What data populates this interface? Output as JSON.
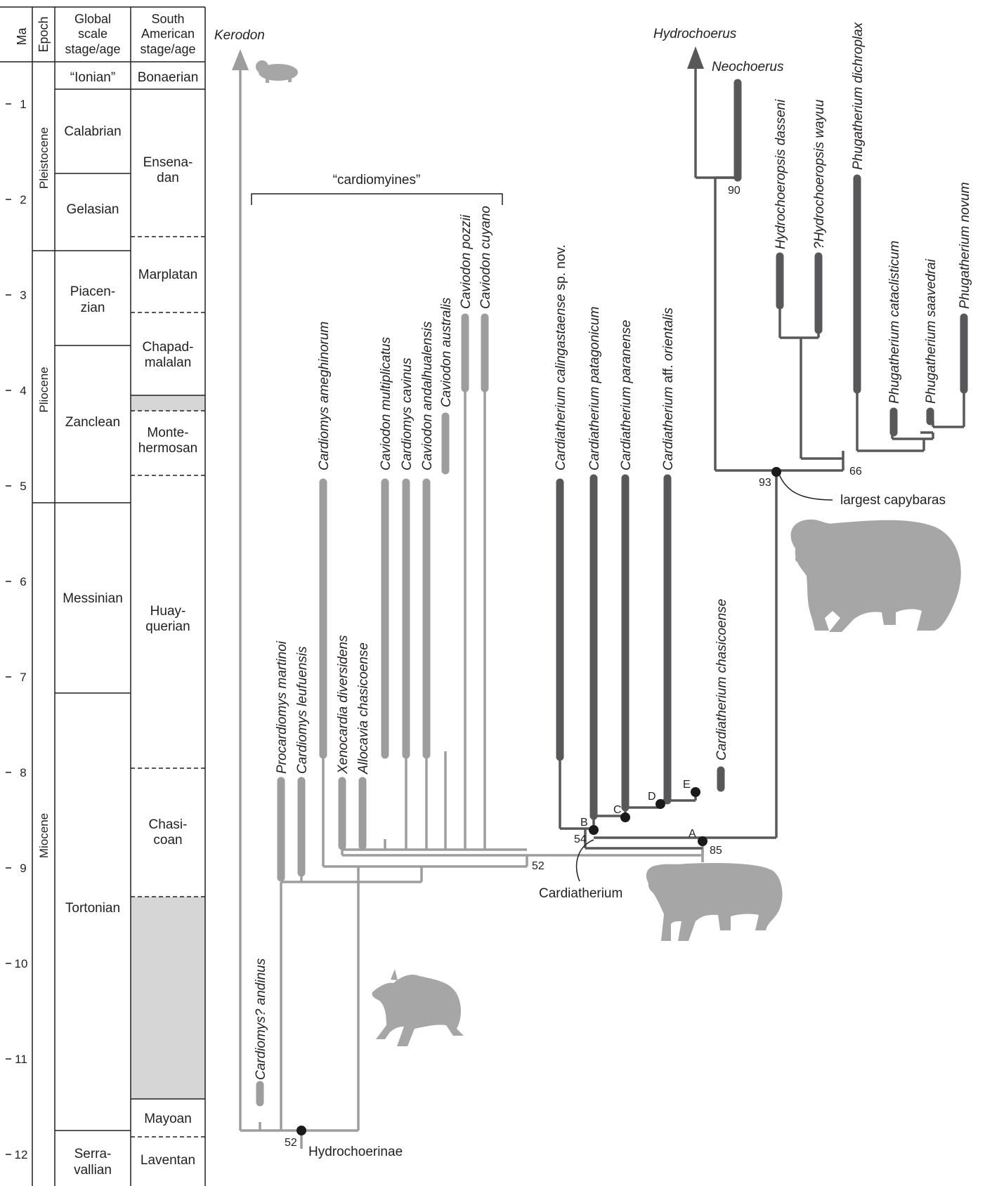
{
  "headers": {
    "ma": "Ma",
    "epoch": "Epoch",
    "global": [
      "Global",
      "scale",
      "stage/age"
    ],
    "sa": [
      "South",
      "American",
      "stage/age"
    ]
  },
  "ma_ticks": [
    "1",
    "2",
    "3",
    "4",
    "5",
    "6",
    "7",
    "8",
    "9",
    "10",
    "11",
    "12"
  ],
  "epochs": [
    "Pleistocene",
    "Pliocene",
    "Miocene"
  ],
  "global_stages": [
    {
      "lines": [
        "“Ionian”"
      ]
    },
    {
      "lines": [
        "Calabrian"
      ]
    },
    {
      "lines": [
        "Gelasian"
      ]
    },
    {
      "lines": [
        "Piacen-",
        "zian"
      ]
    },
    {
      "lines": [
        "Zanclean"
      ]
    },
    {
      "lines": [
        "Messinian"
      ]
    },
    {
      "lines": [
        "Tortonian"
      ]
    },
    {
      "lines": [
        "Serra-",
        "vallian"
      ]
    }
  ],
  "sa_stages": [
    {
      "lines": [
        "Bonaerian"
      ]
    },
    {
      "lines": [
        "Ensena-",
        "dan"
      ]
    },
    {
      "lines": [
        "Marplatan"
      ]
    },
    {
      "lines": [
        "Chapad-",
        "malalan"
      ]
    },
    {
      "lines": [
        "Monte-",
        "hermosan"
      ]
    },
    {
      "lines": [
        "Huay-",
        "querian"
      ]
    },
    {
      "lines": [
        "Chasi-",
        "coan"
      ]
    },
    {
      "lines": [
        "Mayoan"
      ]
    },
    {
      "lines": [
        "Laventan"
      ]
    }
  ],
  "labels": {
    "kerodon": "Kerodon",
    "hydrochoerus": "Hydrochoerus",
    "neochoerus": "Neochoerus",
    "cardiomyines": "“cardiomyines”",
    "hydrochoerinae": "Hydrochoerinae",
    "cardiatherium_clade": "Cardiatherium",
    "largest_capybaras": "largest capybaras"
  },
  "taxa": {
    "c_andinus": "Cardiomys? andinus",
    "p_martinoi": "Procardiomys martinoi",
    "c_leufuensis": "Cardiomys leufuensis",
    "c_ameghinorum": "Cardiomys ameghinorum",
    "x_diversidens": "Xenocardia diversidens",
    "a_chasicoense": "Allocavia chasicoense",
    "cv_multiplicatus": "Caviodon multiplicatus",
    "c_cavinus": "Cardiomys cavinus",
    "cv_andalhualensis": "Caviodon andalhualensis",
    "cv_australis": "Caviodon australis",
    "cv_pozzii": "Caviodon pozzii",
    "cv_cuyano": "Caviodon cuyano",
    "cd_calingastaense": {
      "genus": "Cardiatherium calingastaense",
      "rest": " sp. nov."
    },
    "cd_patagonicum": "Cardiatherium patagonicum",
    "cd_paranense": "Cardiatherium paranense",
    "cd_orientalis": {
      "genus": "Cardiatherium",
      "mid": " aff. ",
      "sp": "orientalis"
    },
    "cd_chasicoense": "Cardiatherium chasicoense",
    "h_dasseni": "Hydrochoeropsis dasseni",
    "h_wayuu": "?Hydrochoeropsis wayuu",
    "ph_dichroplax": "Phugatherium dichroplax",
    "ph_cataclisticum": "Phugatherium cataclisticum",
    "ph_saavedrai": "Phugatherium saavedrai",
    "ph_novum": "Phugatherium novum"
  },
  "support_values": {
    "root": "52",
    "cardiomyine_node": "52",
    "cardiatherium_B": "54",
    "node_A": "85",
    "neochoerus": "90",
    "largest_capybaras": "93",
    "phugatherium": "66"
  },
  "node_letters": {
    "A": "A",
    "B": "B",
    "C": "C",
    "D": "D",
    "E": "E"
  },
  "colors": {
    "light_gray": "#9d9d9e",
    "dark_gray": "#58585a",
    "silhouette": "#a6a6a7",
    "shaded_interval": "#d6d6d7",
    "text": "#231f20"
  }
}
